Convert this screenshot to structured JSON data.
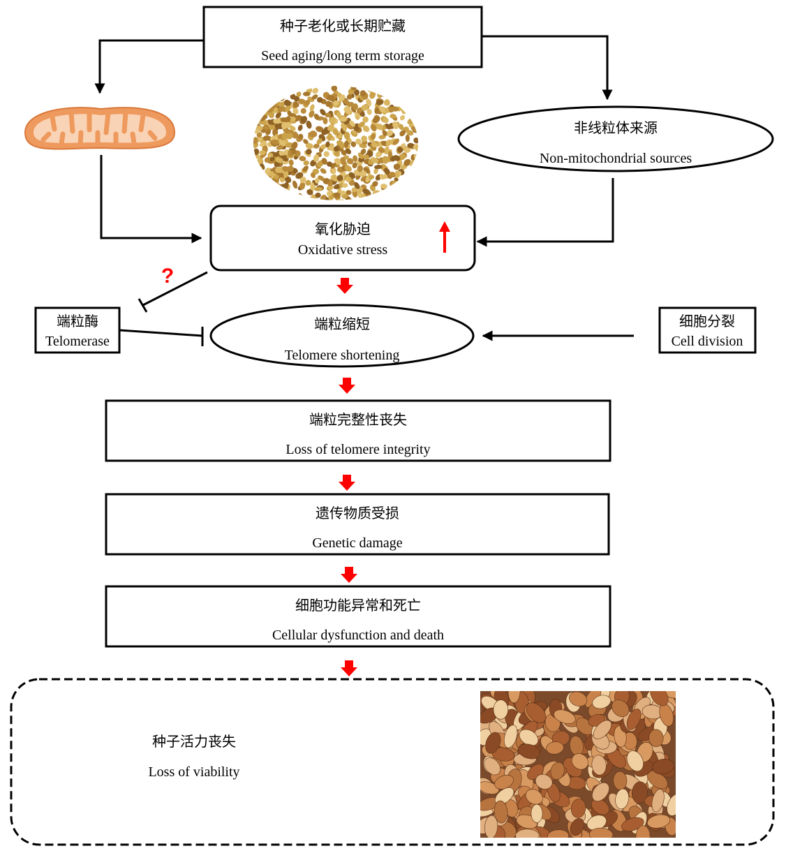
{
  "nodes": {
    "seed_aging": {
      "cn": "种子老化或长期贮藏",
      "en": "Seed aging/long term storage"
    },
    "non_mito": {
      "cn": "非线粒体来源",
      "en": "Non-mitochondrial sources"
    },
    "oxidative": {
      "cn": "氧化胁迫",
      "en": "Oxidative stress"
    },
    "telomerase": {
      "cn": "端粒酶",
      "en": "Telomerase"
    },
    "telomere_short": {
      "cn": "端粒缩短",
      "en": "Telomere shortening"
    },
    "cell_division": {
      "cn": "细胞分裂",
      "en": "Cell division"
    },
    "integrity": {
      "cn": "端粒完整性丧失",
      "en": "Loss of telomere integrity"
    },
    "genetic": {
      "cn": "遗传物质受损",
      "en": "Genetic damage"
    },
    "cellular": {
      "cn": "细胞功能异常和死亡",
      "en": "Cellular dysfunction and death"
    },
    "viability": {
      "cn": "种子活力丧失",
      "en": "Loss of viability"
    }
  },
  "question_mark": "?",
  "colors": {
    "accent_red": "#ff0000",
    "mito_outer": "#ee9a5e",
    "mito_inner": "#f9d3b5",
    "seed_yellow": "#c9a24a",
    "bean_brown": "#b8743f"
  },
  "icons": [
    "mitochondrion-illustration",
    "seed-pile-photo",
    "beans-photo",
    "red-block-arrow",
    "red-up-arrow",
    "inhibition-bar"
  ]
}
